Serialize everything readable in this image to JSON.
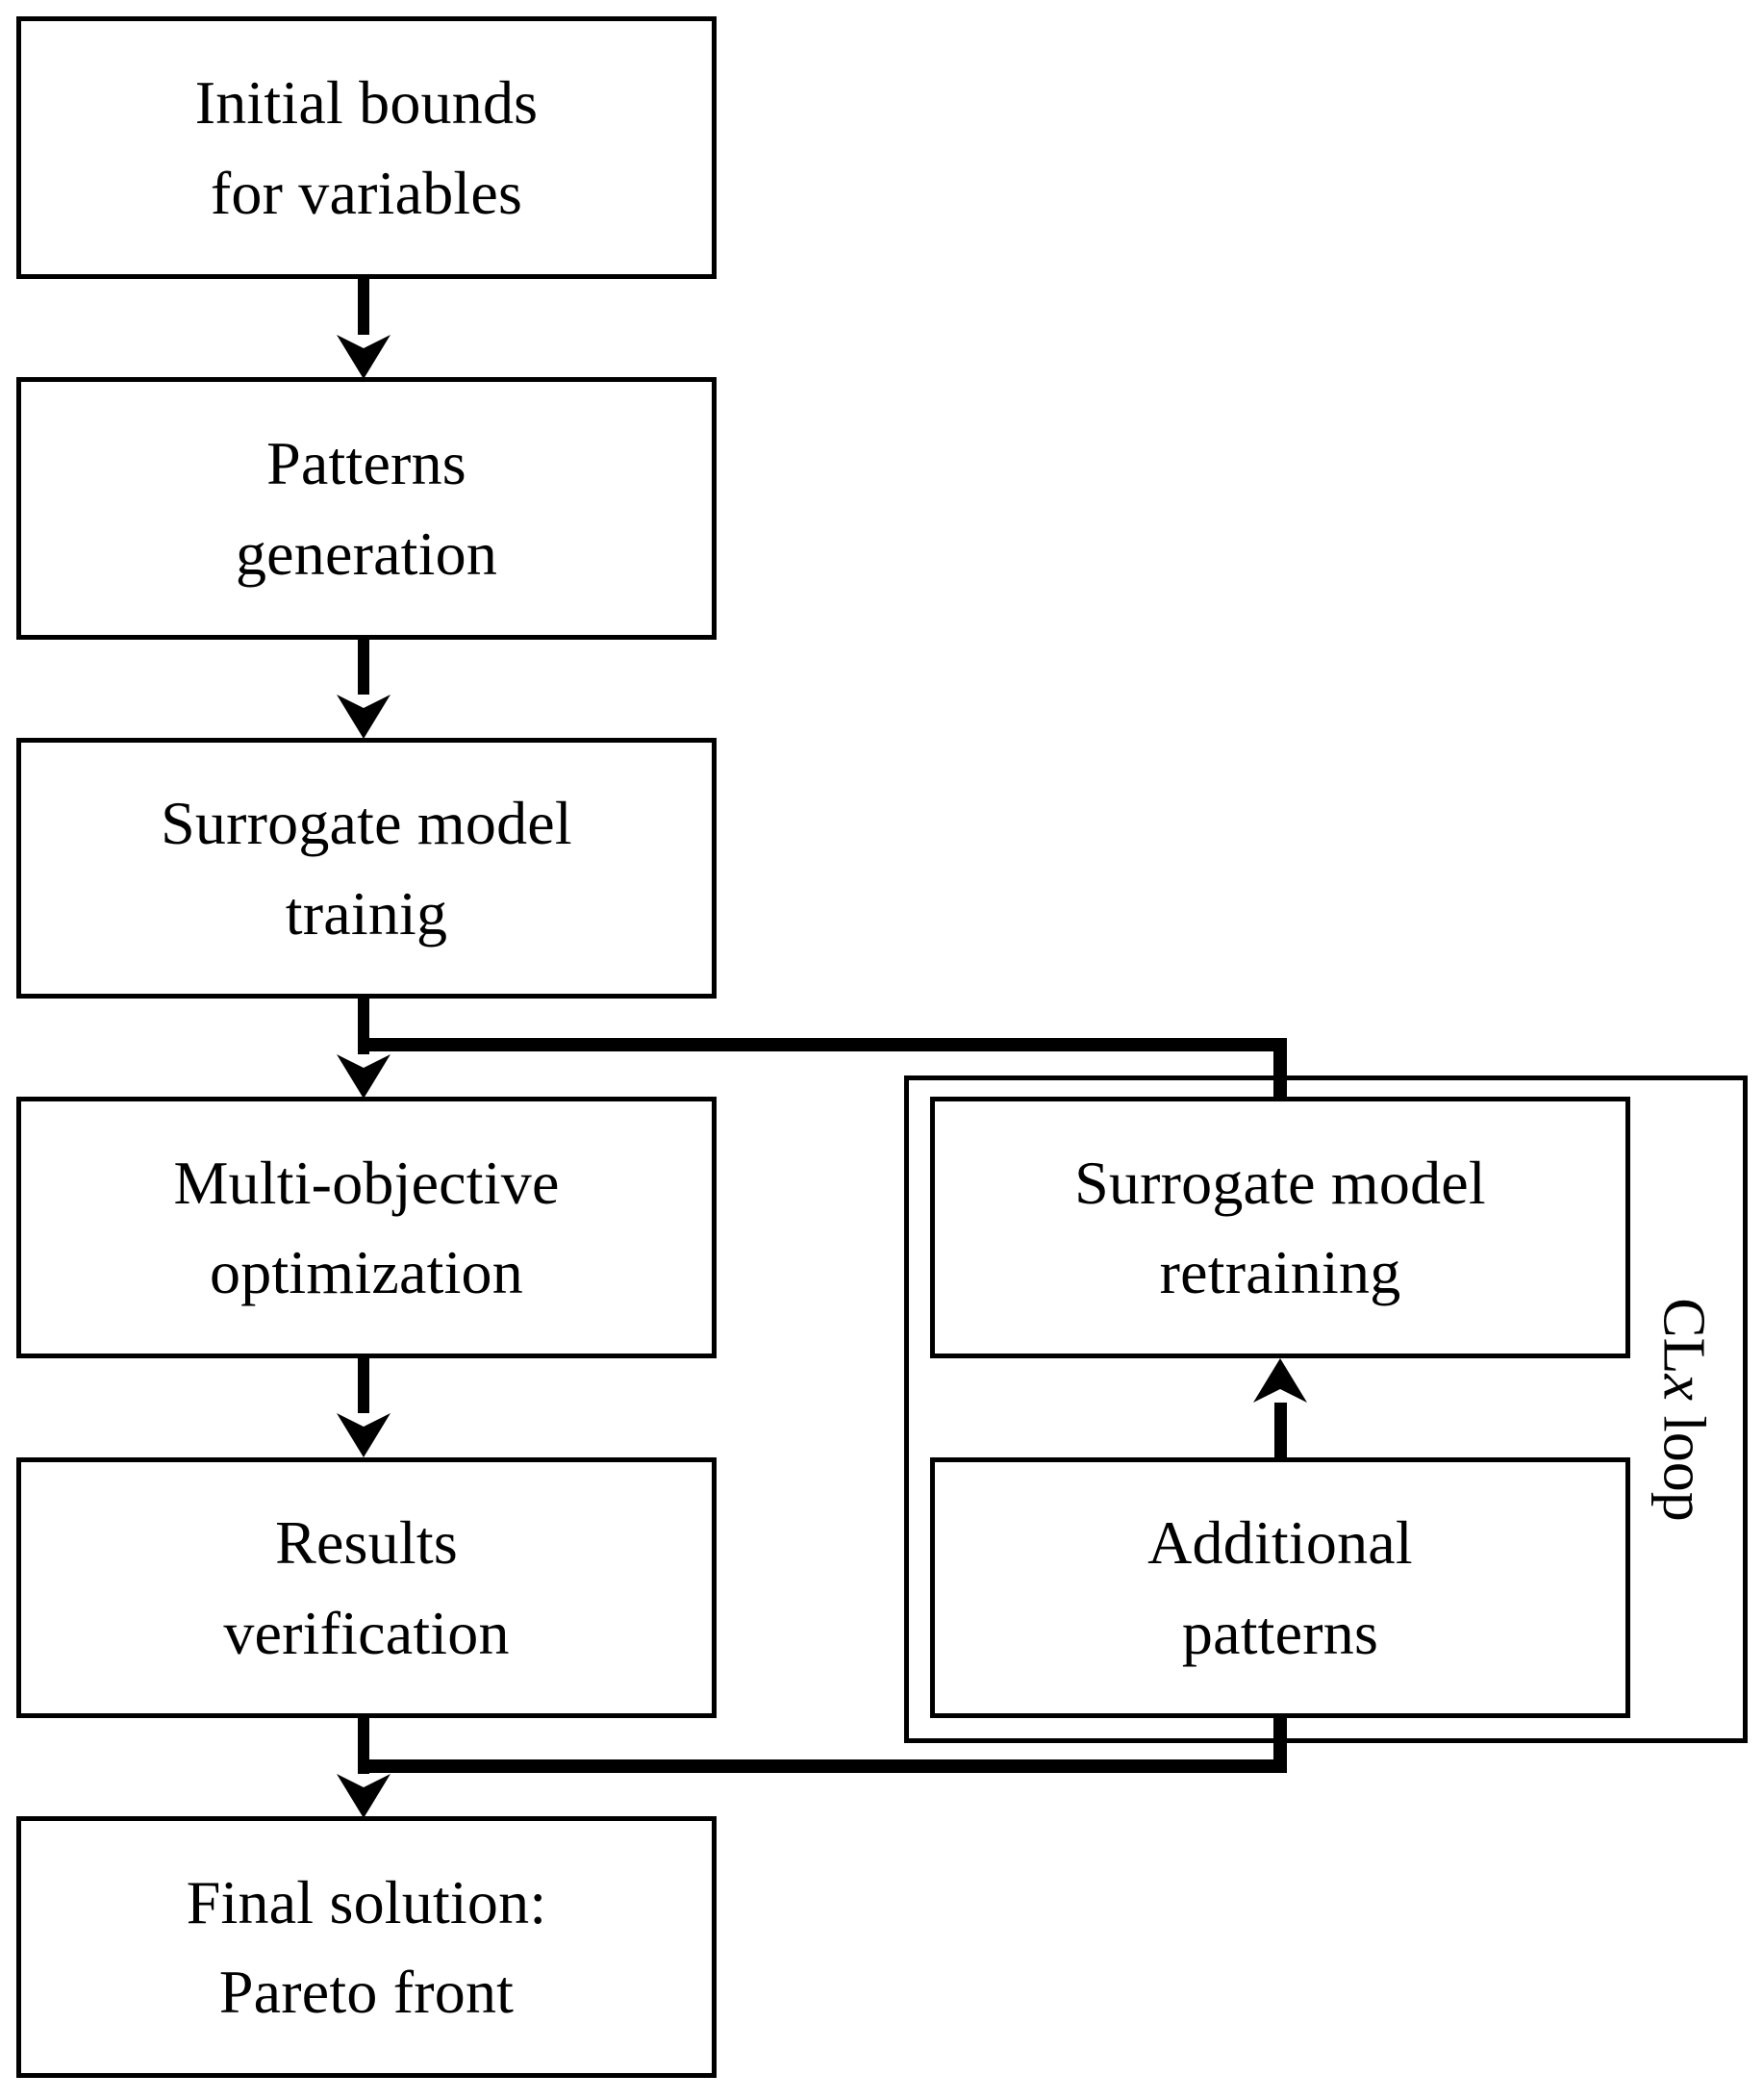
{
  "diagram": {
    "title_text": "",
    "stroke_color": "#000000",
    "background_color": "#ffffff",
    "nodes": [
      {
        "id": "initial-bounds",
        "lines": [
          "Initial bounds",
          "for variables"
        ]
      },
      {
        "id": "patterns-generation",
        "lines": [
          "Patterns",
          "generation"
        ]
      },
      {
        "id": "surrogate-training",
        "lines": [
          "Surrogate model",
          "trainig"
        ]
      },
      {
        "id": "multi-objective",
        "lines": [
          "Multi-objective",
          "optimization"
        ]
      },
      {
        "id": "results-verification",
        "lines": [
          "Results",
          "verification"
        ]
      },
      {
        "id": "final-solution",
        "lines": [
          "Final solution:",
          "Pareto front"
        ]
      },
      {
        "id": "surrogate-retraining",
        "lines": [
          "Surrogate model",
          "retraining"
        ]
      },
      {
        "id": "additional-patterns",
        "lines": [
          "Additional",
          "patterns"
        ]
      }
    ],
    "loop": {
      "label_prefix": "CL",
      "label_italic": "x",
      "label_suffix": " loop",
      "label_full": "CLx loop"
    },
    "edges": [
      {
        "from": "initial-bounds",
        "to": "patterns-generation",
        "style": "thin-arrow-down"
      },
      {
        "from": "patterns-generation",
        "to": "surrogate-training",
        "style": "thin-arrow-down"
      },
      {
        "from": "surrogate-training",
        "to": "multi-objective",
        "style": "thin-arrow-down"
      },
      {
        "from": "surrogate-training",
        "to": "surrogate-retraining",
        "style": "thick-branch-right"
      },
      {
        "from": "multi-objective",
        "to": "results-verification",
        "style": "thin-arrow-down"
      },
      {
        "from": "results-verification",
        "to": "final-solution",
        "style": "thin-arrow-down"
      },
      {
        "from": "additional-patterns",
        "to": "results-verification",
        "style": "thick-branch-left"
      },
      {
        "from": "additional-patterns",
        "to": "surrogate-retraining",
        "style": "thick-arrow-up"
      }
    ]
  }
}
